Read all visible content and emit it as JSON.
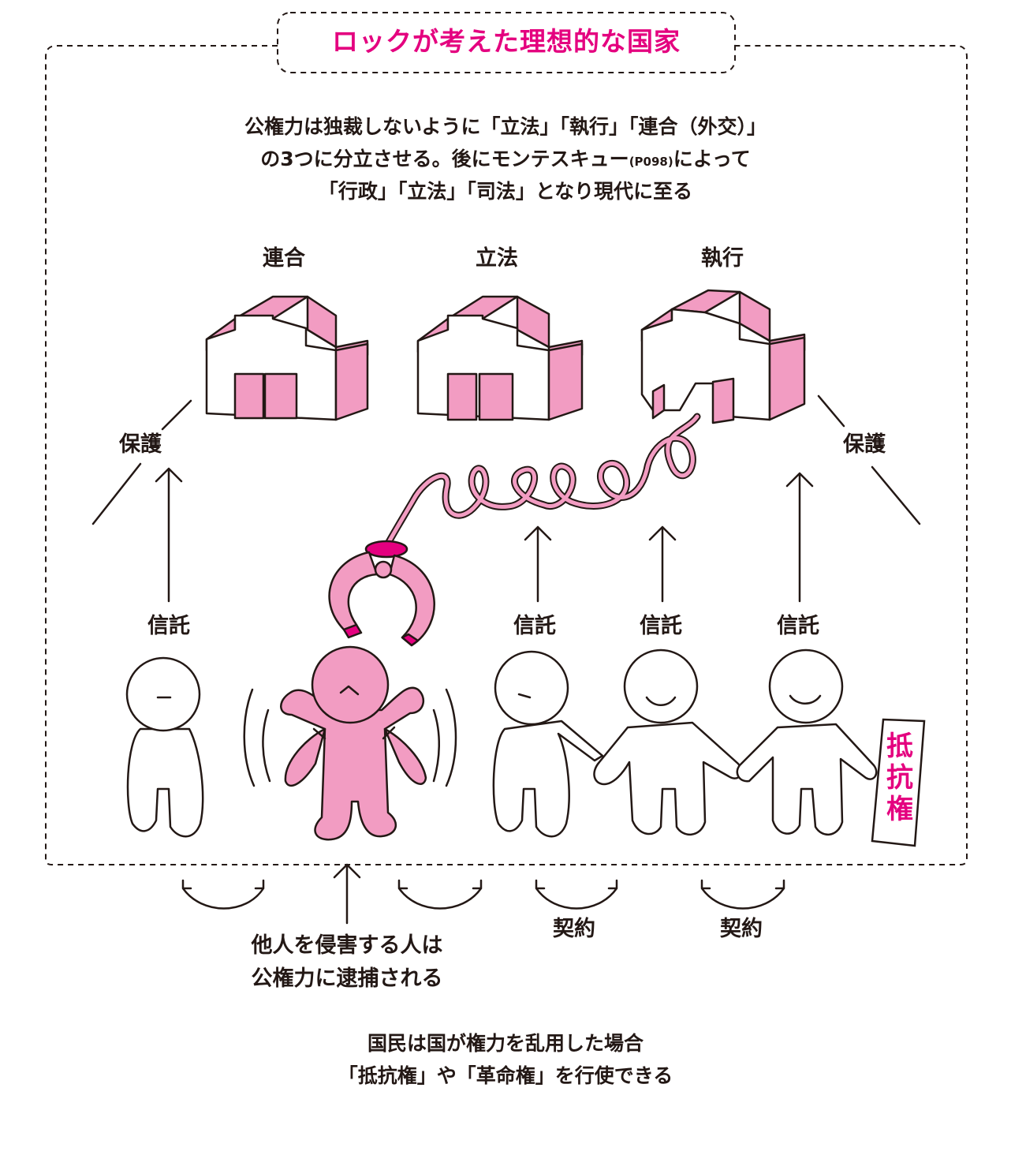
{
  "title": "ロックが考えた理想的な国家",
  "intro": {
    "line1": "公権力は独裁しないように「立法」「執行」「連合（外交）」",
    "line2_before": "の3つに分立させる。後にモンテスキュー",
    "line2_ref": "(P098)",
    "line2_after": "によって",
    "line3": "「行政」「立法」「司法」となり現代に至る"
  },
  "buildings": {
    "left": "連合",
    "center": "立法",
    "right": "執行"
  },
  "protect_left": "保護",
  "protect_right": "保護",
  "trust_labels": [
    "信託",
    "信託",
    "信託",
    "信託"
  ],
  "contract_labels": [
    "契約",
    "契約"
  ],
  "arrest_note": {
    "line1": "他人を侵害する人は",
    "line2": "公権力に逮捕される"
  },
  "resistance_sign": [
    "抵",
    "抗",
    "権"
  ],
  "bottom_note": {
    "line1": "国民は国が権力を乱用した場合",
    "line2": "「抵抗権」や「革命権」を行使できる"
  },
  "colors": {
    "accent": "#e4007f",
    "pink_fill": "#f29cc2",
    "ink": "#231815"
  }
}
